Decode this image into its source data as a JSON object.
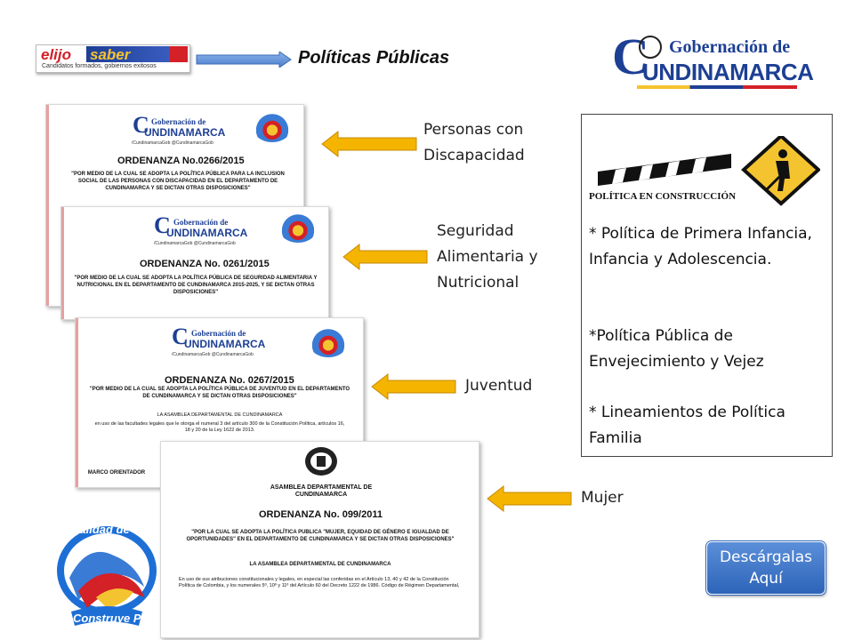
{
  "header": {
    "logo_left": {
      "word1": "elijo",
      "word2": "saber",
      "tagline": "Candidatos formados, gobiernos exitosos"
    },
    "title": "Políticas Públicas",
    "logo_right": {
      "line1": "Gobernación de",
      "line2": "UNDINAMARCA",
      "initial": "C"
    }
  },
  "documents": [
    {
      "ordinance": "ORDENANZA No.0266/2015",
      "text": "\"POR MEDIO DE LA CUAL SE ADOPTA LA POLÍTICA PÚBLICA PARA LA INCLUSION SOCIAL DE LAS PERSONAS CON DISCAPACIDAD EN EL DEPARTAMENTO DE CUNDINAMARCA Y SE DICTAN OTRAS DISPOSICIONES\"",
      "social": "/CundinamarcaGob   @CundinamarcaGob"
    },
    {
      "ordinance": "ORDENANZA No. 0261/2015",
      "text": "\"POR MEDIO DE LA CUAL SE ADOPTA LA POLÍTICA PÚBLICA DE SEGURIDAD ALIMENTARIA Y NUTRICIONAL EN EL DEPARTAMENTO DE CUNDINAMARCA 2015-2025, Y SE DICTAN OTRAS DISPOSICIONES\"",
      "social": "/CundinamarcaGob   @CundinamarcaGob"
    },
    {
      "ordinance": "ORDENANZA No. 0267/2015",
      "text": "\"POR MEDIO DE LA CUAL SE ADOPTA LA POLÍTICA PÚBLICA DE JUVENTUD EN EL DEPARTAMENTO DE CUNDINAMARCA Y SE DICTAN OTRAS DISPOSICIONES\"",
      "subtext": "LA ASAMBLEA DEPARTAMENTAL DE CUNDINAMARCA",
      "subtext2": "en uso de las facultades legales que le otorga el numeral 3 del artículo 300 de la Constitución Política, artículos 16, 18 y 20 de la Ley 1622 de 2013.",
      "footer": "MARCO ORIENTADOR",
      "social": "/CundinamarcaGob   @CundinamarcaGob"
    },
    {
      "assembly": "ASAMBLEA DEPARTAMENTAL DE CUNDINAMARCA",
      "ordinance": "ORDENANZA No. 099/2011",
      "text": "\"POR LA CUAL SE ADOPTA LA POLÍTICA PUBLICA \"MUJER, EQUIDAD DE GÉNERO E IGUALDAD DE OPORTUNIDADES\" EN EL DEPARTAMENTO DE CUNDINAMARCA Y SE DICTAN OTRAS DISPOSICIONES\"",
      "subtext": "LA ASAMBLEA DEPARTAMENTAL DE CUNDINAMARCA",
      "subtext2": "En uso de sus atribuciones constitucionales y legales, en especial las conferidas en el Artículo 13, 40 y 42 de la Constitución Política de Colombia, y los numerales 5º, 10º y 11º del Artículo 60 del Decreto 1222 de 1986. Código de Régimen Departamental,"
    }
  ],
  "labels": {
    "discapacidad": [
      "Personas con",
      "Discapacidad"
    ],
    "seguridad": [
      "Seguridad",
      "Alimentaria y",
      "Nutricional"
    ],
    "juventud": "Juventud",
    "mujer": "Mujer"
  },
  "panel": {
    "banner": "POLÍTICA EN CONSTRUCCIÓN",
    "items": [
      "* Política de Primera Infancia, Infancia y Adolescencia.",
      "*Política Pública de Envejecimiento y Vejez",
      "* Lineamientos de Política Familia"
    ]
  },
  "bottom_logo": {
    "top": "Calidad de Vida",
    "bottom": "Construye Paz"
  },
  "download_button": {
    "line1": "Descárgalas",
    "line2": "Aquí"
  },
  "colors": {
    "arrow_yellow": "#f4b400",
    "arrow_blue": "#5b8fd9",
    "brand_blue": "#1d3f94",
    "brand_red": "#d42027",
    "button_blue": "#2d64b8"
  }
}
